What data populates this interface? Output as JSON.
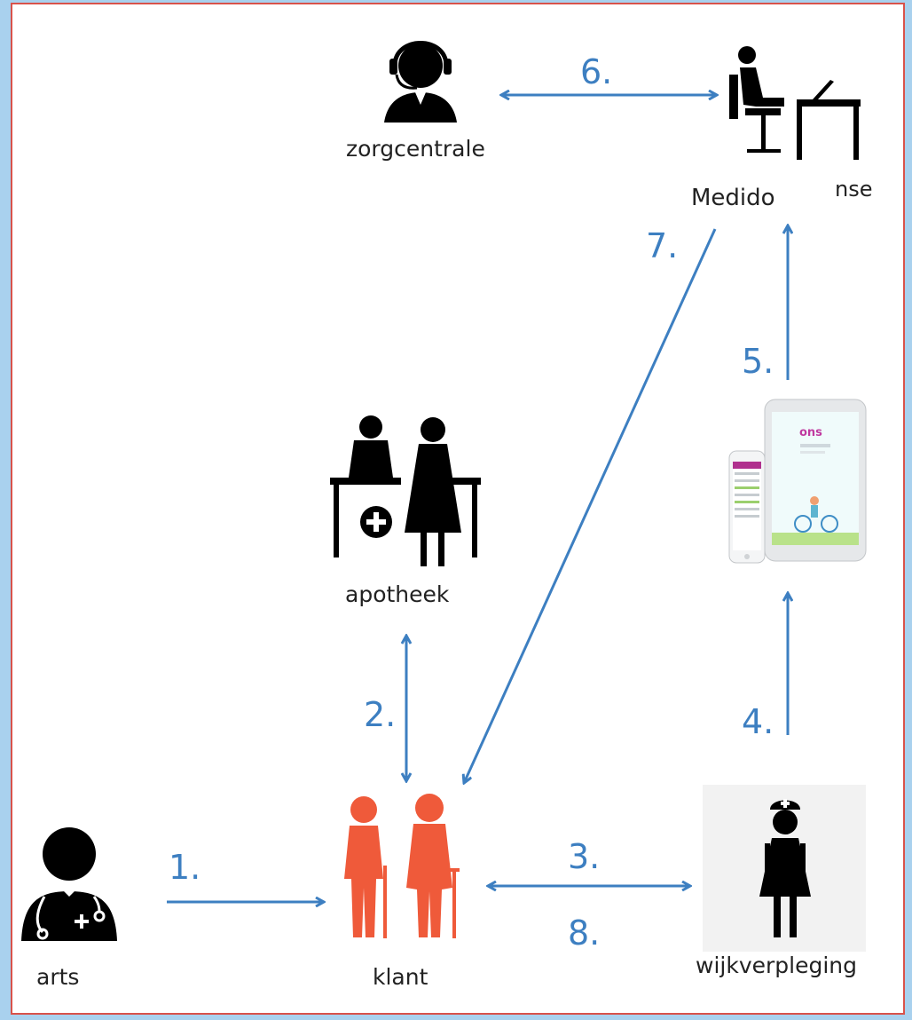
{
  "colors": {
    "arrow": "#3d7fc1",
    "klant": "#ef5a3a",
    "icon": "#000000",
    "frame_border": "#d9524a",
    "page_bg": "#a9d1ee"
  },
  "nodes": {
    "zorgcentrale": {
      "label": "zorgcentrale",
      "icon": "headset-operator-icon"
    },
    "medido": {
      "label": "Medido",
      "hidden_label_fragment": "nse",
      "icon": "office-worker-desk-icon"
    },
    "apotheek": {
      "label": "apotheek",
      "icon": "pharmacy-counter-icon"
    },
    "tablet": {
      "label": "",
      "icon": "tablet-phone-app-icon",
      "app_logo": "ons"
    },
    "arts": {
      "label": "arts",
      "icon": "doctor-icon"
    },
    "klant": {
      "label": "klant",
      "icon": "elderly-couple-icon"
    },
    "wijkverpleging": {
      "label": "wijkverpleging",
      "icon": "nurse-icon"
    }
  },
  "steps": {
    "s1": "1.",
    "s2": "2.",
    "s3": "3.",
    "s4": "4.",
    "s5": "5.",
    "s6": "6.",
    "s7": "7.",
    "s8": "8."
  }
}
